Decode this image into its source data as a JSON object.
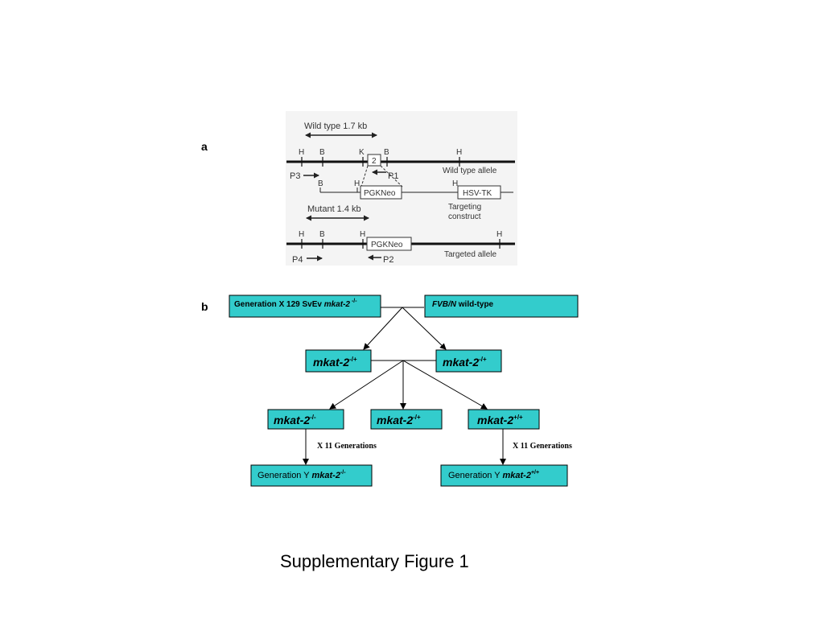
{
  "panel_a": {
    "label": "a",
    "wild_type_span": "Wild type 1.7 kb",
    "mutant_span": "Mutant 1.4 kb",
    "sites": {
      "H": "H",
      "B": "B",
      "K": "K"
    },
    "exon": "2",
    "primers": {
      "p1": "P1",
      "p2": "P2",
      "p3": "P3",
      "p4": "P4"
    },
    "cassettes": {
      "pgkneo": "PGKNeo",
      "hsvtk": "HSV-TK"
    },
    "lines": {
      "wild_type": "Wild type allele",
      "targeting_1": "Targeting",
      "targeting_2": "construct",
      "targeted": "Targeted allele"
    }
  },
  "panel_b": {
    "label": "b",
    "parent_left": {
      "prefix": "Generation X 129 SvEv ",
      "gene": "mkat-2",
      "sup": "-/-"
    },
    "parent_right": {
      "gene": "FVB/N",
      "suffix": " wild-type"
    },
    "f1_left": {
      "gene": "mkat-2",
      "sup": "-/+"
    },
    "f1_right": {
      "gene": "mkat-2",
      "sup": "-/+"
    },
    "f2_ko": {
      "gene": "mkat-2",
      "sup": "-/-"
    },
    "f2_het": {
      "gene": "mkat-2",
      "sup": "-/+"
    },
    "f2_wt": {
      "gene": "mkat-2",
      "sup": "+/+"
    },
    "backcross_left": "X 11 Generations",
    "backcross_right": "X 11 Generations",
    "final_ko": {
      "prefix": "Generation Y  ",
      "gene": "mkat-2",
      "sup": "-/-"
    },
    "final_wt": {
      "prefix": "Generation Y  ",
      "gene": "mkat-2",
      "sup": "+/+"
    },
    "box_color": "#33cccc"
  },
  "caption": "Supplementary Figure 1"
}
